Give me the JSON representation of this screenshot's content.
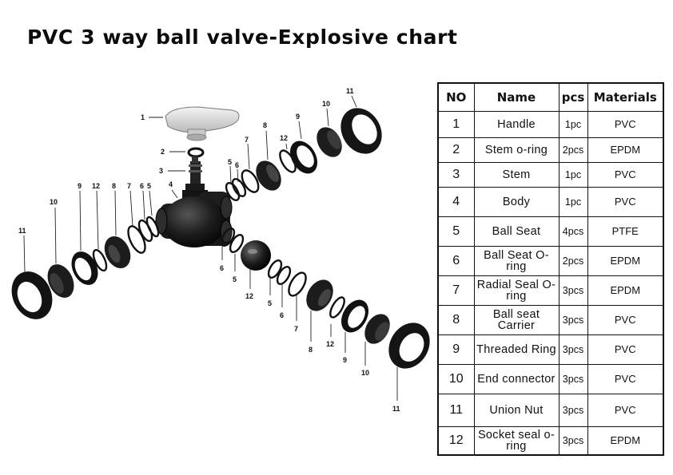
{
  "title": "PVC 3 way ball valve-Explosive chart",
  "table": {
    "headers": {
      "no": "NO",
      "name": "Name",
      "pcs": "pcs",
      "materials": "Materials"
    },
    "rows": [
      {
        "no": "1",
        "name": "Handle",
        "pcs": "1pc",
        "material": "PVC"
      },
      {
        "no": "2",
        "name": "Stem o-ring",
        "pcs": "2pcs",
        "material": "EPDM"
      },
      {
        "no": "3",
        "name": "Stem",
        "pcs": "1pc",
        "material": "PVC"
      },
      {
        "no": "4",
        "name": "Body",
        "pcs": "1pc",
        "material": "PVC"
      },
      {
        "no": "5",
        "name": "Ball Seat",
        "pcs": "4pcs",
        "material": "PTFE"
      },
      {
        "no": "6",
        "name": "Ball Seat O-ring",
        "pcs": "2pcs",
        "material": "EPDM"
      },
      {
        "no": "7",
        "name": "Radial Seal O-ring",
        "pcs": "3pcs",
        "material": "EPDM"
      },
      {
        "no": "8",
        "name": "Ball seat Carrier",
        "pcs": "3pcs",
        "material": "PVC"
      },
      {
        "no": "9",
        "name": "Threaded Ring",
        "pcs": "3pcs",
        "material": "PVC"
      },
      {
        "no": "10",
        "name": "End connector",
        "pcs": "3pcs",
        "material": "PVC"
      },
      {
        "no": "11",
        "name": "Union Nut",
        "pcs": "3pcs",
        "material": "PVC"
      },
      {
        "no": "12",
        "name": "Socket seal o-ring",
        "pcs": "3pcs",
        "material": "EPDM"
      }
    ]
  },
  "diagram": {
    "callouts": {
      "top": [
        "1",
        "2",
        "3"
      ],
      "body": [
        "4"
      ],
      "upper_right": [
        "5",
        "6",
        "7",
        "8",
        "12",
        "9",
        "10",
        "11"
      ],
      "left": [
        "5",
        "6",
        "7",
        "8",
        "12",
        "9",
        "10",
        "11"
      ],
      "lower_right": [
        "6",
        "5",
        "12",
        "5",
        "6",
        "7",
        "8",
        "12",
        "9",
        "10",
        "11"
      ]
    }
  }
}
